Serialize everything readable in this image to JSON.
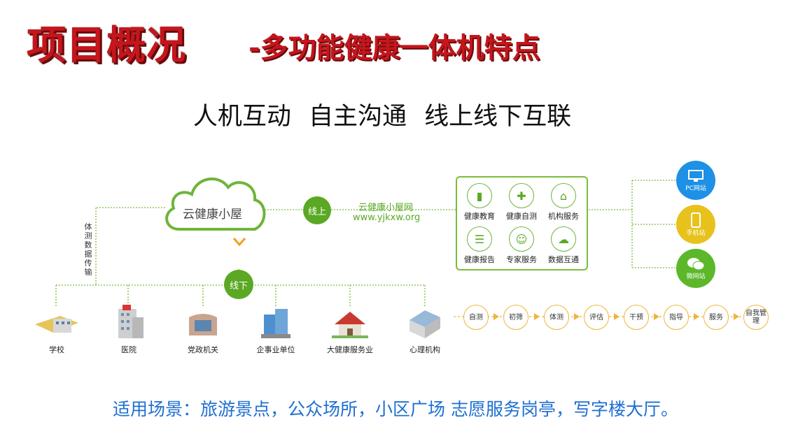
{
  "title": {
    "main": "项目概况",
    "sub": "-多功能健康一体机特点"
  },
  "slogan": "人机互动 自主沟通 线上线下互联",
  "hub": {
    "label": "云健康小屋",
    "data_transfer": "体测数据传输"
  },
  "online": {
    "label": "线上",
    "site_name": "云健康小屋网",
    "site_url": "www.yjkxw.org"
  },
  "offline": {
    "label": "线下"
  },
  "services": [
    {
      "label": "健康教育",
      "icon": "book-icon"
    },
    {
      "label": "健康自测",
      "icon": "medical-kit-icon"
    },
    {
      "label": "机构服务",
      "icon": "institution-icon"
    },
    {
      "label": "健康报告",
      "icon": "report-icon"
    },
    {
      "label": "专家服务",
      "icon": "doctor-icon"
    },
    {
      "label": "数据互通",
      "icon": "cloud-sync-icon"
    }
  ],
  "channels": [
    {
      "label": "PC网站",
      "color": "#1e90e6",
      "icon": "monitor-icon"
    },
    {
      "label": "手机站",
      "color": "#e8c21c",
      "icon": "phone-icon"
    },
    {
      "label": "微网站",
      "color": "#5cb82a",
      "icon": "wechat-icon"
    }
  ],
  "venues": [
    {
      "label": "学校",
      "icon": "school-icon"
    },
    {
      "label": "医院",
      "icon": "hospital-icon"
    },
    {
      "label": "党政机关",
      "icon": "government-icon"
    },
    {
      "label": "企事业单位",
      "icon": "office-building-icon"
    },
    {
      "label": "大健康服务业",
      "icon": "house-icon"
    },
    {
      "label": "心理机构",
      "icon": "clinic-icon"
    }
  ],
  "flow_steps": [
    "自测",
    "初筛",
    "体测",
    "评估",
    "干预",
    "指导",
    "服务",
    "自我管理"
  ],
  "scenario": "适用场景：旅游景点，公众场所，小区广场 志愿服务岗亭，写字楼大厅。",
  "colors": {
    "title_red": "#c4161c",
    "green": "#5aa823",
    "orange_flow": "#f0b43a",
    "scenario_blue": "#1e6fd0"
  }
}
